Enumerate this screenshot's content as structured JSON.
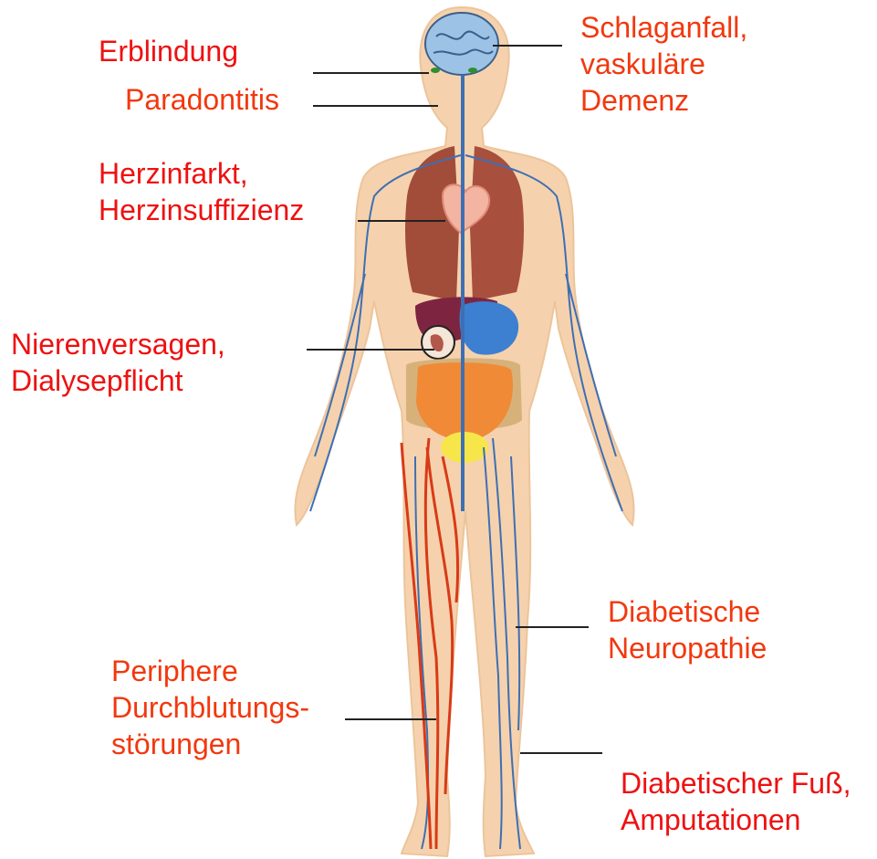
{
  "colors": {
    "label_red": "#ee1111",
    "label_orange": "#f2380e",
    "skin": "#f5d2ad",
    "vein_blue": "#3e6fb3",
    "artery_red": "#d93a17",
    "lung": "#a24c3a",
    "intestine": "#f08a36",
    "brain": "#9cc3e6"
  },
  "figure": {
    "illustration": "human-body-organs-and-vessels",
    "labels": {
      "erblindung": [
        "Erblindung"
      ],
      "paradontitis": [
        "Paradontitis"
      ],
      "schlaganfall": [
        "Schlaganfall,",
        "vaskuläre",
        "Demenz"
      ],
      "herzinfarkt": [
        "Herzinfarkt,",
        "Herzinsuffizienz"
      ],
      "nierenversagen": [
        "Nierenversagen,",
        "Dialysepflicht"
      ],
      "neuropathie": [
        "Diabetische",
        "Neuropathie"
      ],
      "durchblutung": [
        "Periphere",
        "Durchblutungs-",
        "störungen"
      ],
      "fuss": [
        "Diabetischer Fuß,",
        "Amputationen"
      ]
    }
  }
}
